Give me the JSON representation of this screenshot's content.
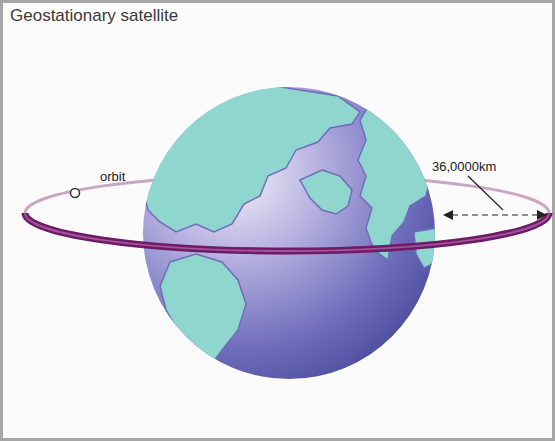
{
  "diagram": {
    "title": "Geostationary satellite",
    "labels": [
      "orbit",
      "36,0000km"
    ]
  }
}
